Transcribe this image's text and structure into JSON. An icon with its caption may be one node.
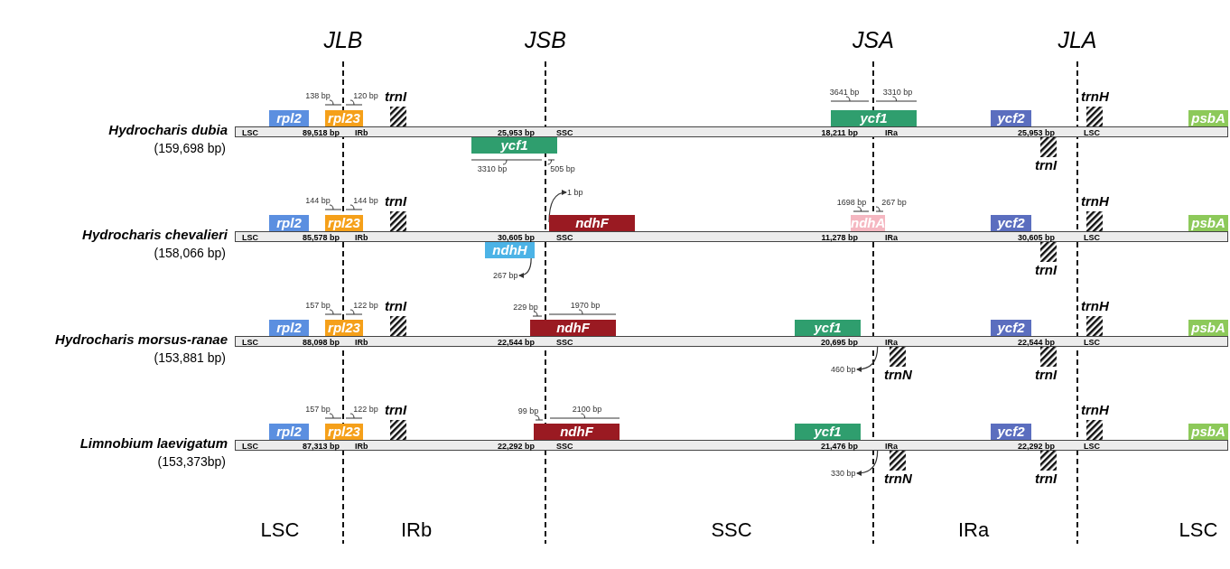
{
  "diagram": {
    "nodes": [
      {
        "text": [
          "LSC",
          "89,518 bp",
          "IRb",
          "25,953 bp",
          "SSC",
          "18,211 bp",
          "IRa",
          "25,953 bp",
          "LSC"
        ],
        "beside": [
          "Hydrocharis dubia",
          "(159,698 bp)"
        ]
      },
      {
        "text": [
          "rpl2"
        ]
      },
      {
        "text": [
          "rpl23"
        ]
      },
      {
        "text": [
          "trnI"
        ]
      },
      {
        "text": [
          "ycf1"
        ]
      },
      {
        "text": [
          "ycf1"
        ]
      },
      {
        "text": [
          "ycf2"
        ]
      },
      {
        "text": [
          "trnI"
        ]
      },
      {
        "text": [
          "trnH"
        ]
      },
      {
        "text": [
          "psbA"
        ]
      },
      {
        "text": [
          "LSC",
          "85,578 bp",
          "IRb",
          "30,605 bp",
          "SSC",
          "11,278 bp",
          "IRa",
          "30,605 bp",
          "LSC"
        ],
        "beside": [
          "Hydrocharis chevalieri",
          "(158,066 bp)"
        ]
      },
      {
        "text": [
          "rpl2"
        ]
      },
      {
        "text": [
          "rpl23"
        ]
      },
      {
        "text": [
          "trnI"
        ]
      },
      {
        "text": [
          "1 bp"
        ]
      },
      {
        "text": [
          "ndhF"
        ]
      },
      {
        "text": [
          "ndhH"
        ]
      },
      {
        "text": [
          "267 bp"
        ]
      },
      {
        "text": [
          "ndhA"
        ]
      },
      {
        "text": [
          "ycf2"
        ]
      },
      {
        "text": [
          "trnI"
        ]
      },
      {
        "text": [
          "trnH"
        ]
      },
      {
        "text": [
          "psbA"
        ]
      },
      {
        "text": [
          "LSC",
          "88,098 bp",
          "IRb",
          "22,544 bp",
          "SSC",
          "20,695 bp",
          "IRa",
          "22,544 bp",
          "LSC"
        ],
        "beside": [
          "Hydrocharis morsus-ranae",
          "(153,881 bp)"
        ]
      },
      {
        "text": [
          "rpl2"
        ]
      },
      {
        "text": [
          "rpl23"
        ]
      },
      {
        "text": [
          "trnI"
        ]
      },
      {
        "text": [
          "ndhF"
        ]
      },
      {
        "text": [
          "ycf1"
        ]
      },
      {
        "text": [
          "trnN"
        ]
      },
      {
        "text": [
          "460 bp"
        ]
      },
      {
        "text": [
          "ycf2"
        ]
      },
      {
        "text": [
          "trnI"
        ]
      },
      {
        "text": [
          "trnH"
        ]
      },
      {
        "text": [
          "psbA"
        ]
      },
      {
        "text": [
          "LSC",
          "87,313 bp",
          "IRb",
          "22,292 bp",
          "SSC",
          "21,476 bp",
          "IRa",
          "22,292 bp",
          "LSC"
        ],
        "beside": [
          "Limnobium laevigatum",
          "(153,373bp)"
        ]
      },
      {
        "text": [
          "rpl2"
        ]
      },
      {
        "text": [
          "rpl23"
        ]
      },
      {
        "text": [
          "trnI"
        ]
      },
      {
        "text": [
          "ndhF"
        ]
      },
      {
        "text": [
          "ycf1"
        ]
      },
      {
        "text": [
          "trnN"
        ]
      },
      {
        "text": [
          "330 bp"
        ]
      },
      {
        "text": [
          "ycf2"
        ]
      },
      {
        "text": [
          "trnI"
        ]
      },
      {
        "text": [
          "trnH"
        ]
      },
      {
        "text": [
          "psbA"
        ]
      }
    ],
    "edges": [
      {
        "from": 15,
        "to": 14,
        "arrow": "to"
      },
      {
        "from": 16,
        "to": 17,
        "arrow": "to"
      },
      {
        "from": 23,
        "to": 30,
        "arrow": "to"
      },
      {
        "from": 35,
        "to": 42,
        "arrow": "to"
      }
    ],
    "labels": [
      "JLB",
      "JSB",
      "JSA",
      "JLA",
      "138 bp",
      "120 bp",
      "3641 bp",
      "3310 bp",
      "3310 bp",
      "505 bp",
      "144 bp",
      "144 bp",
      "1698 bp",
      "267 bp",
      "157 bp",
      "122 bp",
      "229 bp",
      "1970 bp",
      "157 bp",
      "122 bp",
      "99 bp",
      "2100 bp",
      "LSC",
      "IRb",
      "SSC",
      "IRa",
      "LSC"
    ]
  }
}
